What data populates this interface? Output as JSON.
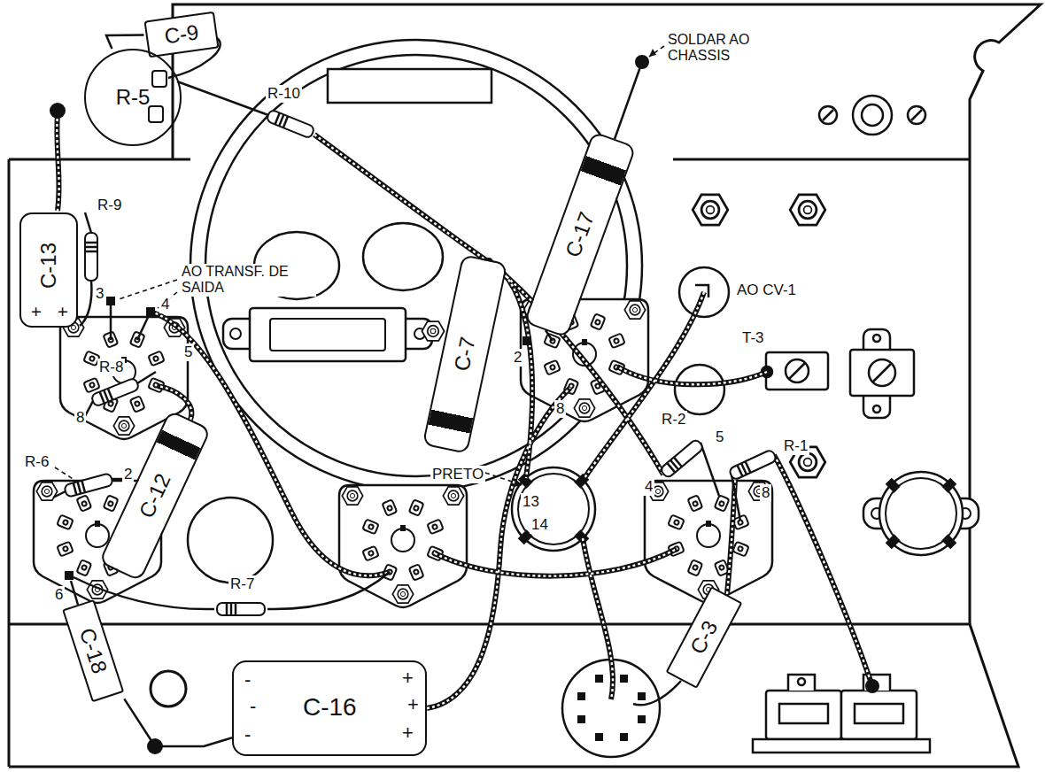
{
  "diagram": {
    "nodes": [
      {
        "text": [
          "C-9"
        ]
      },
      {
        "text": [
          "R-5"
        ]
      },
      {
        "text": [
          "C-17"
        ]
      },
      {
        "text": [
          "C-13",
          "+",
          "+"
        ]
      },
      {
        "text": [
          "C-7"
        ]
      },
      {
        "text": [
          "C-12"
        ]
      },
      {
        "text": [
          "C-3"
        ]
      },
      {
        "text": [
          "C-18"
        ]
      },
      {
        "text": [
          "C-16",
          "-",
          "-",
          "-",
          "+",
          "+",
          "+"
        ]
      }
    ],
    "edges": [
      {
        "from": 0,
        "to": 1,
        "arrow": "none"
      },
      {
        "from": 7,
        "to": 8,
        "arrow": "none"
      }
    ],
    "labels": [
      "SOLDAR AO CHASSIS",
      "R-10",
      "R-9",
      "AO TRANSF. DE SAIDA",
      "3",
      "4",
      "R-8",
      "5",
      "8",
      "2",
      "8",
      "AO CV-1",
      "T-3",
      "R-2",
      "5",
      "4",
      "8",
      "R-1",
      "PRETO",
      "13",
      "14",
      "R-6",
      "2",
      "6",
      "R-7"
    ]
  }
}
